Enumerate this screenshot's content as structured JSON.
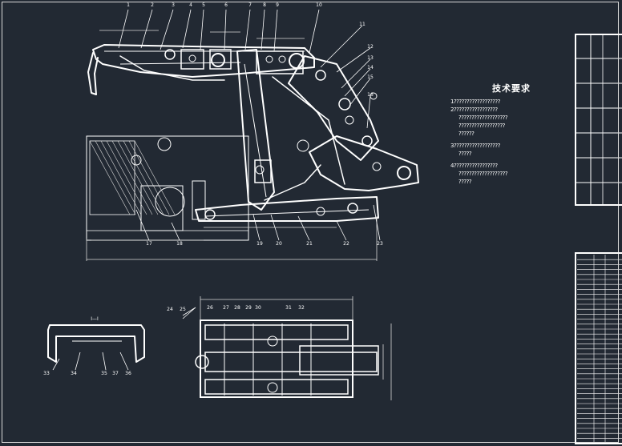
{
  "drawing": {
    "balloon_numbers": [
      "1",
      "2",
      "3",
      "4",
      "5",
      "6",
      "7",
      "8",
      "9",
      "10",
      "11",
      "12",
      "13",
      "14",
      "15",
      "16",
      "17",
      "18",
      "19",
      "20",
      "21",
      "22",
      "23",
      "24",
      "25",
      "26",
      "27",
      "28",
      "29",
      "30",
      "31",
      "32",
      "33",
      "34",
      "35",
      "36",
      "37"
    ],
    "section_label": "I—I",
    "colors": {
      "background": "#222933",
      "line": "#ffffff",
      "dim": "#d8d8d8"
    }
  },
  "tech_requirements": {
    "title": "技术要求",
    "lines": [
      {
        "text": "1??????????????????",
        "indent": false,
        "gap": false
      },
      {
        "text": "2?????????????????",
        "indent": false,
        "gap": false
      },
      {
        "text": "???????????????????",
        "indent": true,
        "gap": false
      },
      {
        "text": "??????????????????",
        "indent": true,
        "gap": false
      },
      {
        "text": "??????",
        "indent": true,
        "gap": false
      },
      {
        "text": "3??????????????????",
        "indent": false,
        "gap": true
      },
      {
        "text": "?????",
        "indent": true,
        "gap": false
      },
      {
        "text": "4?????????????????",
        "indent": false,
        "gap": true
      },
      {
        "text": "???????????????????",
        "indent": true,
        "gap": false
      },
      {
        "text": "?????",
        "indent": true,
        "gap": false
      }
    ]
  }
}
